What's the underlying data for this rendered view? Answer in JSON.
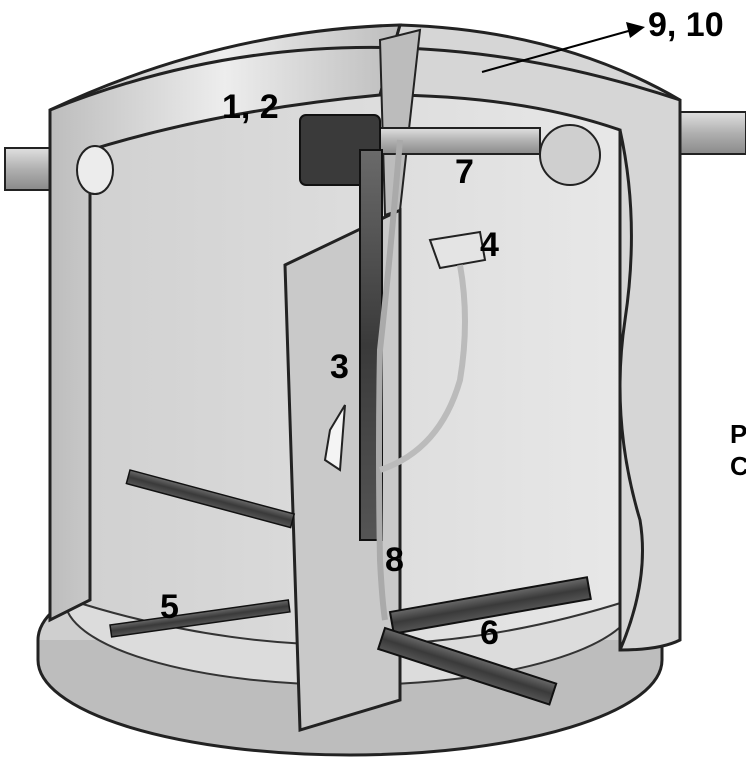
{
  "diagram": {
    "labels": {
      "l12": "1, 2",
      "l3": "3",
      "l4": "4",
      "l5": "5",
      "l6": "6",
      "l7": "7",
      "l8": "8",
      "l910": "9, 10"
    },
    "side_fragments": [
      "P",
      "C"
    ],
    "colors": {
      "tank": "#d9d9d9",
      "tank_shadow": "#a8a8a8",
      "wall": "#c8c8c8",
      "pipe_dark": "#444444",
      "pipe_light": "#e6e6e6",
      "outline": "#222222"
    }
  }
}
